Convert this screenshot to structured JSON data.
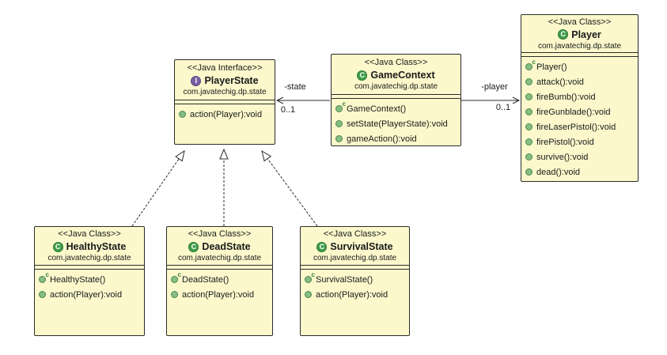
{
  "colors": {
    "box_fill": "#FCF8CC",
    "box_border": "#2B2B2B",
    "connector": "#2B2B2B",
    "interface_icon": "#7A5FA5",
    "class_icon": "#3E9E49",
    "method_dot": "#85BD85"
  },
  "icons": {
    "interface_letter": "I",
    "class_letter": "C",
    "constructor_mark": "c"
  },
  "classes": [
    {
      "stereotype": "<<Java Interface>>",
      "name": "PlayerState",
      "package": "com.javatechig.dp.state",
      "members": [
        {
          "kind": "method",
          "label": "action(Player):void"
        }
      ]
    },
    {
      "stereotype": "<<Java Class>>",
      "name": "GameContext",
      "package": "com.javatechig.dp.state",
      "members": [
        {
          "kind": "constructor",
          "label": "GameContext()"
        },
        {
          "kind": "method",
          "label": "setState(PlayerState):void"
        },
        {
          "kind": "method",
          "label": "gameAction():void"
        }
      ]
    },
    {
      "stereotype": "<<Java Class>>",
      "name": "Player",
      "package": "com.javatechig.dp.state",
      "members": [
        {
          "kind": "constructor",
          "label": "Player()"
        },
        {
          "kind": "method",
          "label": "attack():void"
        },
        {
          "kind": "method",
          "label": "fireBumb():void"
        },
        {
          "kind": "method",
          "label": "fireGunblade():void"
        },
        {
          "kind": "method",
          "label": "fireLaserPistol():void"
        },
        {
          "kind": "method",
          "label": "firePistol():void"
        },
        {
          "kind": "method",
          "label": "survive():void"
        },
        {
          "kind": "method",
          "label": "dead():void"
        }
      ]
    },
    {
      "stereotype": "<<Java Class>>",
      "name": "HealthyState",
      "package": "com.javatechig.dp.state",
      "members": [
        {
          "kind": "constructor",
          "label": "HealthyState()"
        },
        {
          "kind": "method",
          "label": "action(Player):void"
        }
      ]
    },
    {
      "stereotype": "<<Java Class>>",
      "name": "DeadState",
      "package": "com.javatechig.dp.state",
      "members": [
        {
          "kind": "constructor",
          "label": "DeadState()"
        },
        {
          "kind": "method",
          "label": "action(Player):void"
        }
      ]
    },
    {
      "stereotype": "<<Java Class>>",
      "name": "SurvivalState",
      "package": "com.javatechig.dp.state",
      "members": [
        {
          "kind": "constructor",
          "label": "SurvivalState()"
        },
        {
          "kind": "method",
          "label": "action(Player):void"
        }
      ]
    }
  ],
  "associations": [
    {
      "label": "-state",
      "multiplicity": "0..1"
    },
    {
      "label": "-player",
      "multiplicity": "0..1"
    }
  ]
}
